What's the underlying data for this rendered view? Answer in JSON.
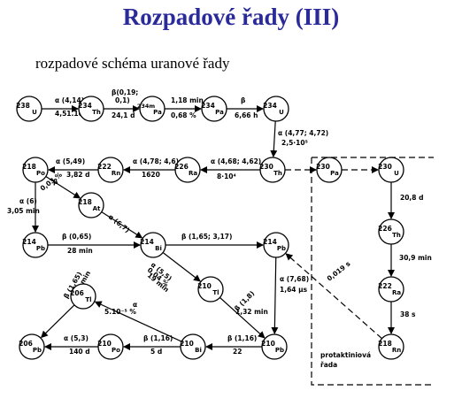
{
  "title": "Rozpadové řady (III)",
  "subtitle": "rozpadové schéma uranové řady",
  "region_label": [
    "protaktiniová",
    "řada"
  ],
  "nuclides": [
    {
      "id": "u238",
      "mass": "238",
      "sym": "U"
    },
    {
      "id": "th234",
      "mass": "234",
      "sym": "Th"
    },
    {
      "id": "pa234m",
      "mass": "234m",
      "sym": "Pa"
    },
    {
      "id": "pa234",
      "mass": "234",
      "sym": "Pa"
    },
    {
      "id": "u234",
      "mass": "234",
      "sym": "U"
    },
    {
      "id": "po218",
      "mass": "218",
      "sym": "Po"
    },
    {
      "id": "rn222",
      "mass": "222",
      "sym": "Rn"
    },
    {
      "id": "ra226",
      "mass": "226",
      "sym": "Ra"
    },
    {
      "id": "th230",
      "mass": "230",
      "sym": "Th"
    },
    {
      "id": "pa230",
      "mass": "230",
      "sym": "Pa"
    },
    {
      "id": "u230",
      "mass": "230",
      "sym": "U"
    },
    {
      "id": "at218",
      "mass": "218",
      "sym": "At"
    },
    {
      "id": "th226",
      "mass": "226",
      "sym": "Th"
    },
    {
      "id": "pb214",
      "mass": "214",
      "sym": "Pb"
    },
    {
      "id": "bi214",
      "mass": "214",
      "sym": "Bi"
    },
    {
      "id": "pb214b",
      "mass": "214",
      "sym": "Pb"
    },
    {
      "id": "ra222",
      "mass": "222",
      "sym": "Ra"
    },
    {
      "id": "tl210",
      "mass": "210",
      "sym": "Tl"
    },
    {
      "id": "tl206",
      "mass": "206",
      "sym": "Tl"
    },
    {
      "id": "pb206",
      "mass": "206",
      "sym": "Pb"
    },
    {
      "id": "po210",
      "mass": "210",
      "sym": "Po"
    },
    {
      "id": "bi210",
      "mass": "210",
      "sym": "Bi"
    },
    {
      "id": "pb210",
      "mass": "210",
      "sym": "Pb"
    },
    {
      "id": "rn218",
      "mass": "218",
      "sym": "Rn"
    }
  ],
  "labels": [
    "α (4,14)",
    "4,51.10⁹",
    "β(0,19;",
    "0,1)",
    "24,1 d",
    "1,18 min",
    "0,68 %",
    "β",
    "6,66 h",
    "α (4,77; 4,72)",
    "2,5·10⁵",
    "α (5,49)",
    "3,82 d",
    "α (4,78; 4,6)",
    "1620",
    "α (4,68; 4,62)",
    "8·10⁴",
    "α (6)",
    "3,05 min",
    "β",
    "0,03 %",
    "α (6,7)",
    "β (0,65)",
    "28 min",
    "β (1,65; 3,17)",
    "α (5,5)",
    "0,04 %",
    "19 min",
    "α (7,68)",
    "1,64 µs",
    "0,019 s",
    "20,8 d",
    "30,9 min",
    "38 s",
    "β (1,8)",
    "1,32 min",
    "β (1,65)",
    "4,23 min",
    "α",
    "5.10⁻⁵ %",
    "α (5,3)",
    "140 d",
    "β (1,16)",
    "5 d",
    "β (1,16)",
    "22"
  ]
}
